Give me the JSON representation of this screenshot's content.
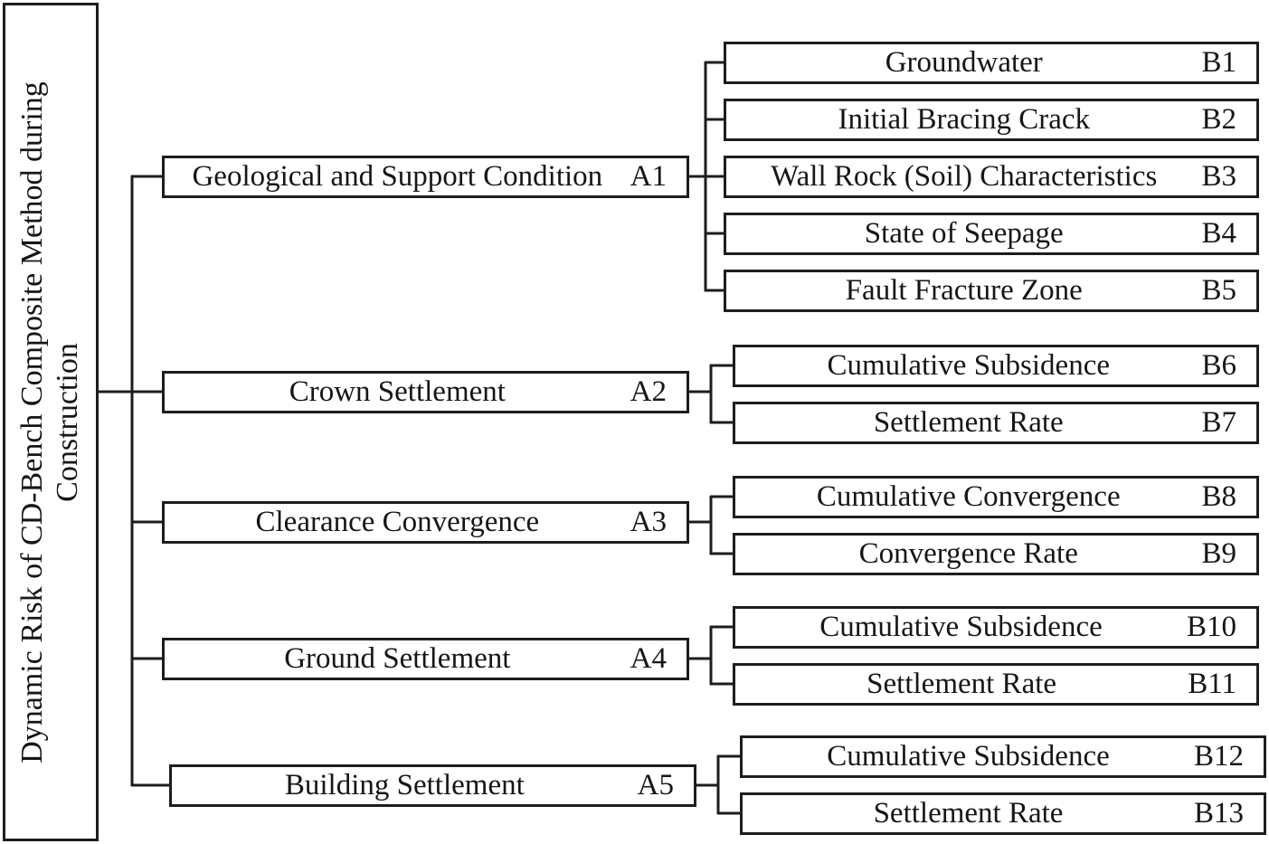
{
  "root": {
    "title_lines": [
      "Dynamic Risk of CD-Bench Composite Method during",
      "Construction"
    ]
  },
  "colors": {
    "line": "#1d1d1d",
    "text": "#161616",
    "background": "#ffffff"
  },
  "groups": [
    {
      "label": "Geological and Support Condition",
      "code": "A1",
      "children": [
        {
          "label": "Groundwater",
          "code": "B1"
        },
        {
          "label": "Initial Bracing Crack",
          "code": "B2"
        },
        {
          "label": "Wall Rock (Soil) Characteristics",
          "code": "B3"
        },
        {
          "label": "State of Seepage",
          "code": "B4"
        },
        {
          "label": "Fault Fracture Zone",
          "code": "B5"
        }
      ]
    },
    {
      "label": "Crown Settlement",
      "code": "A2",
      "children": [
        {
          "label": "Cumulative Subsidence",
          "code": "B6"
        },
        {
          "label": "Settlement Rate",
          "code": "B7"
        }
      ]
    },
    {
      "label": "Clearance Convergence",
      "code": "A3",
      "children": [
        {
          "label": "Cumulative Convergence",
          "code": "B8"
        },
        {
          "label": "Convergence Rate",
          "code": "B9"
        }
      ]
    },
    {
      "label": "Ground Settlement",
      "code": "A4",
      "children": [
        {
          "label": "Cumulative Subsidence",
          "code": "B10"
        },
        {
          "label": "Settlement Rate",
          "code": "B11"
        }
      ]
    },
    {
      "label": "Building Settlement",
      "code": "A5",
      "children": [
        {
          "label": "Cumulative Subsidence",
          "code": "B12"
        },
        {
          "label": "Settlement Rate",
          "code": "B13"
        }
      ]
    }
  ]
}
